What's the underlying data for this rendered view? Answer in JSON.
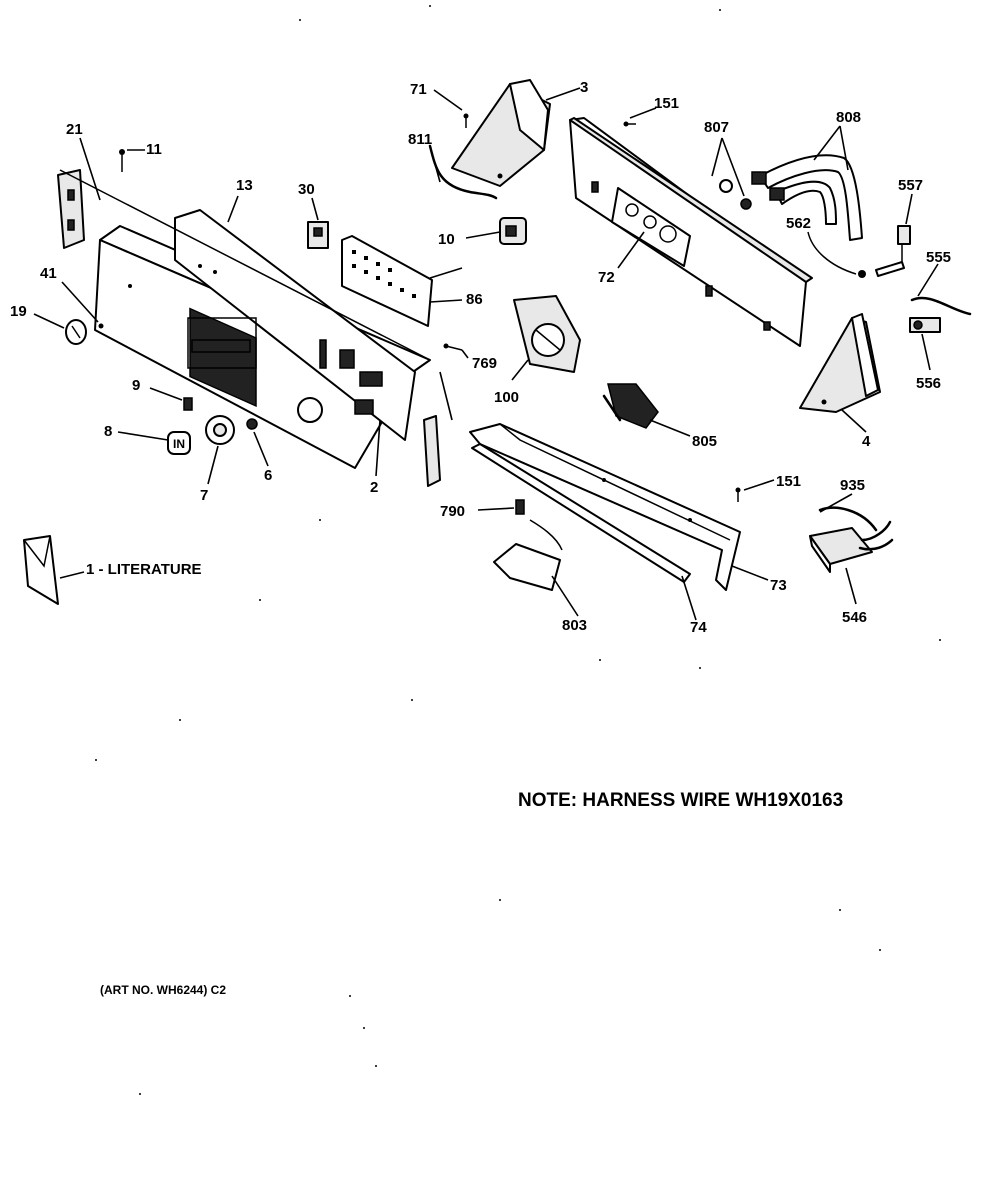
{
  "diagram": {
    "labels": {
      "p3": "3",
      "p71": "71",
      "p151a": "151",
      "p807": "807",
      "p808": "808",
      "p21": "21",
      "p11": "11",
      "p811": "811",
      "p13": "13",
      "p30": "30",
      "p557": "557",
      "p562": "562",
      "p10": "10",
      "p72": "72",
      "p555": "555",
      "p41": "41",
      "p86": "86",
      "p19": "19",
      "p769": "769",
      "p556": "556",
      "p100": "100",
      "p9": "9",
      "p4": "4",
      "p805": "805",
      "p8": "8",
      "p6": "6",
      "p7": "7",
      "p2": "2",
      "p151b": "151",
      "p935": "935",
      "p790": "790",
      "p73": "73",
      "p546": "546",
      "p803": "803",
      "p74": "74",
      "literature": "1 - LITERATURE"
    },
    "note": "NOTE: HARNESS WIRE WH19X0163",
    "art_number": "(ART NO. WH6244) C2"
  }
}
